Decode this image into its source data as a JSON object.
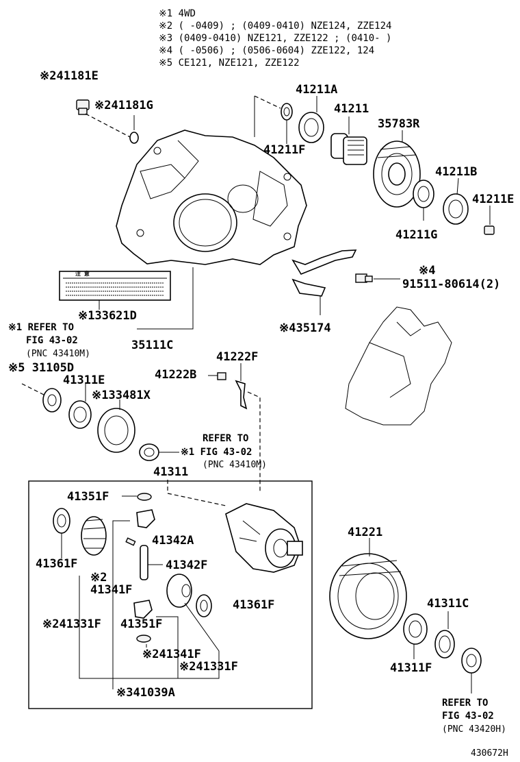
{
  "notes": [
    "※1 4WD",
    "※2 (      -0409) ; (0409-0410) NZE124, ZZE124",
    "※3 (0409-0410) NZE121, ZZE122 ; (0410-      )",
    "※4 (      -0506) ; (0506-0604) ZZE122, 124",
    "※5 CE121, NZE121, ZZE122"
  ],
  "labels": {
    "p241181E": "※241181E",
    "p241181G": "※241181G",
    "p41211A": "41211A",
    "p41211": "41211",
    "p35783R": "35783R",
    "p41211F_top": "41211F",
    "p41211B": "41211B",
    "p41211E": "41211E",
    "p41211G": "41211G",
    "p91511": "91511-80614(2)",
    "p91511_note": "※4",
    "p133621D": "※133621D",
    "p435174": "※435174",
    "p35111C": "35111C",
    "refer1_a": "※1 REFER TO",
    "refer1_b": "FIG 43-02",
    "refer1_c": "(PNC 43410M)",
    "p31105D": "※5 31105D",
    "p41311E": "41311E",
    "p133481X": "※133481X",
    "p41222F": "41222F",
    "p41222B": "41222B",
    "refer2_a": "REFER TO",
    "refer2_b": "※1 FIG 43-02",
    "refer2_c": "(PNC 43410M)",
    "p41311": "41311",
    "p41351F_top": "41351F",
    "p41342A": "41342A",
    "p41342F": "41342F",
    "p41361F_left": "41361F",
    "p41341F": "※2\n41341F",
    "p41341F_note": "※2",
    "p41341F_name": "41341F",
    "p41361F_right": "41361F",
    "p241331F_left": "※241331F",
    "p41351F_bottom": "41351F",
    "p241341F": "※241341F",
    "p241331F_right": "※241331F",
    "p341039A": "※341039A",
    "p41221": "41221",
    "p41311C": "41311C",
    "p41311F": "41311F",
    "refer3_a": "REFER TO",
    "refer3_b": "FIG 43-02",
    "refer3_c": "(PNC 43420H)",
    "diagram_id": "430672H",
    "warning_title": "注 意"
  }
}
